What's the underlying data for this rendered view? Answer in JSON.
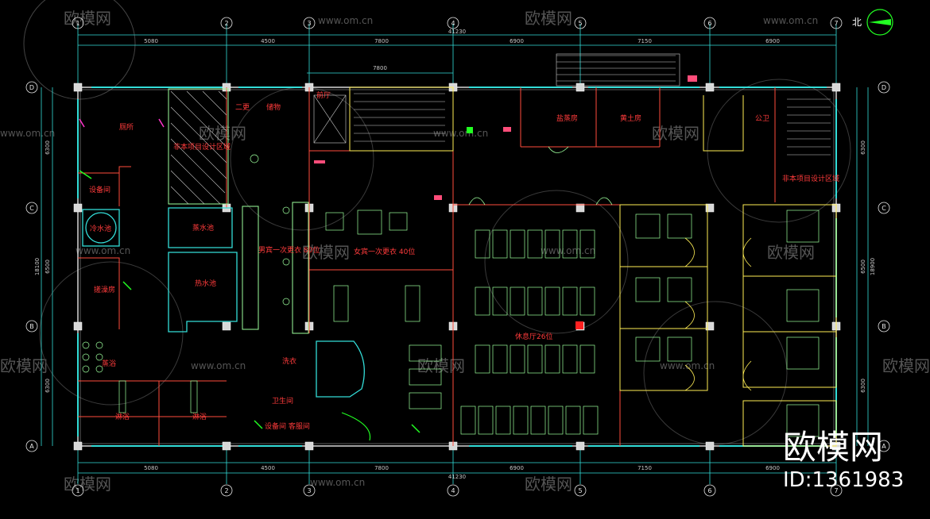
{
  "north_label": "北",
  "dims_top": [
    "5080",
    "4500",
    "7800",
    "6900",
    "7150",
    "6900"
  ],
  "dims_bottom": [
    "5080",
    "4500",
    "7800",
    "6900",
    "7150",
    "6900"
  ],
  "dim_total_top": "41230",
  "dim_total_bottom": "41230",
  "dim_span_label": "7800",
  "dims_left": [
    "6300",
    "6500",
    "6300"
  ],
  "dims_left_total": "18100",
  "dims_right": [
    "6300",
    "6500",
    "6300"
  ],
  "dims_right_total": "18900",
  "axis_columns": [
    "1",
    "2",
    "3",
    "4",
    "5",
    "6",
    "7"
  ],
  "axis_rows": [
    "D",
    "C",
    "B",
    "A"
  ],
  "rooms": {
    "toilet_left": "厕所",
    "equip_room": "设备间",
    "cold_pool": "冷水池",
    "massage": "搓澡房",
    "steam_hall": "蒸浴",
    "shower_left": "淋浴",
    "shower_right": "淋浴",
    "design_area_left": "非本项目设计区域",
    "design_area_right": "非本项目设计区域",
    "cold_pool_2": "蒸水池",
    "hot_pool": "热水池",
    "women_change": "男宾一次更衣 80位",
    "men_change": "女宾一次更衣 40位",
    "lounge": "休息厅26位",
    "salt_sauna": "盐蒸房",
    "clay_sauna": "黄土房",
    "public_wc": "公卫",
    "lobby": "前厅",
    "second_change": "二更",
    "storage": "储物",
    "cleaning": "洗衣",
    "wc_small": "卫生间",
    "equip_room_2": "设备间 客服间"
  },
  "watermarks": [
    "欧模网",
    "www.om.cn"
  ],
  "brand": {
    "name": "欧模网",
    "id": "ID:1361983"
  }
}
